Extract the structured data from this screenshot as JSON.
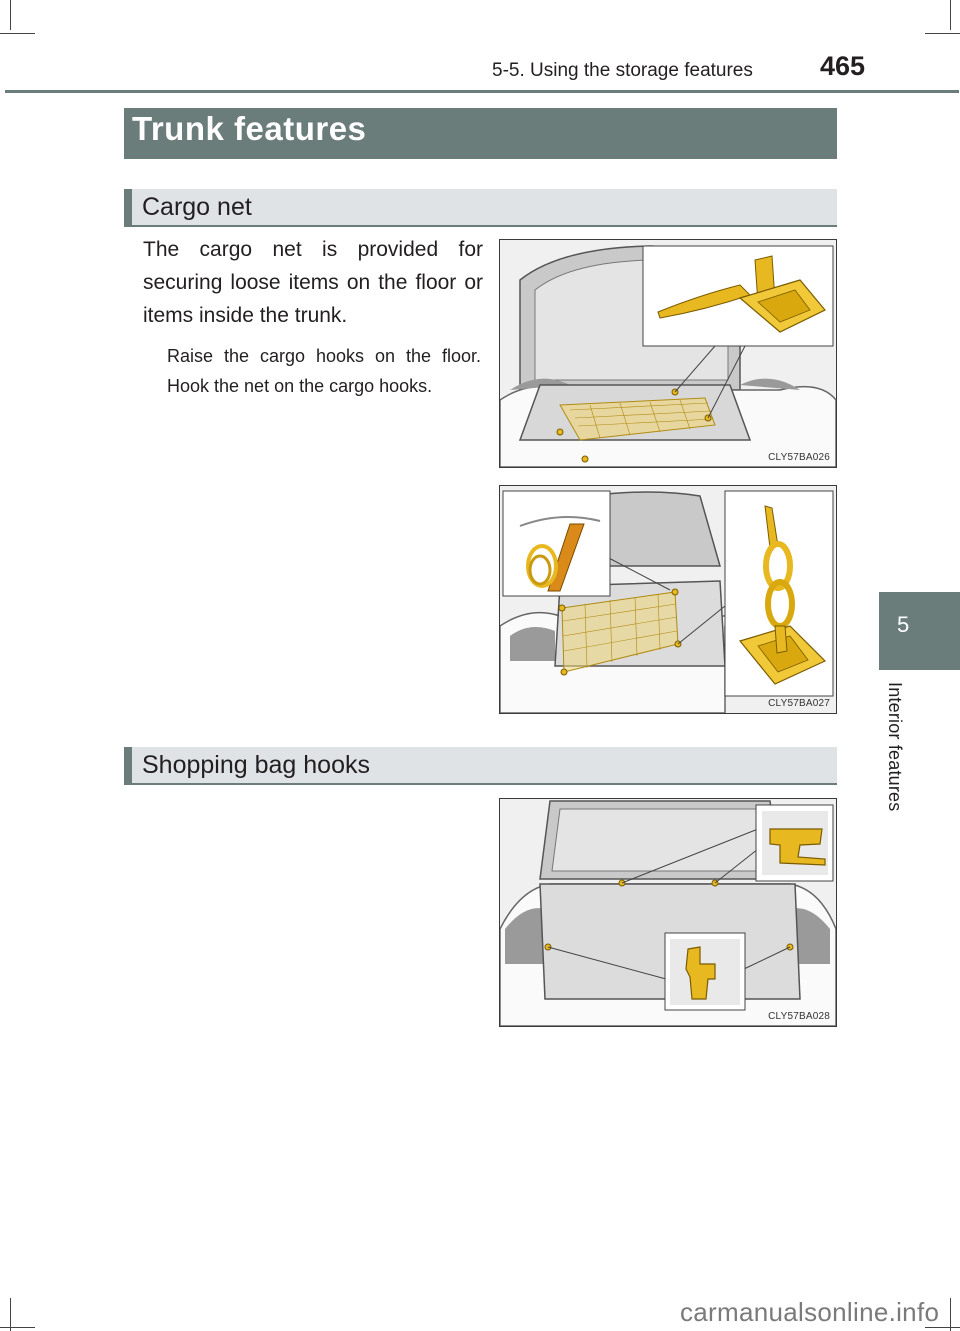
{
  "header": {
    "chapter": "5-5. Using the storage features",
    "page_number": "465"
  },
  "side_tab": {
    "number": "5",
    "label": "Interior features"
  },
  "section_title": "Trunk features",
  "cargo_net": {
    "heading": "Cargo net",
    "paragraph": "The cargo net is provided for securing loose items on the floor or items inside the trunk.",
    "note": "Raise the cargo hooks on the floor. Hook the net on the cargo hooks."
  },
  "shopping_bag_hooks": {
    "heading": "Shopping bag hooks"
  },
  "figures": [
    {
      "code": "CLY57BA026"
    },
    {
      "code": "CLY57BA027"
    },
    {
      "code": "CLY57BA028"
    }
  ],
  "watermark": "carmanualsonline.info",
  "colors": {
    "accent": "#6b7d7a",
    "subhead_bg": "#dfe3e5",
    "hook_gold": "#e8b820"
  }
}
